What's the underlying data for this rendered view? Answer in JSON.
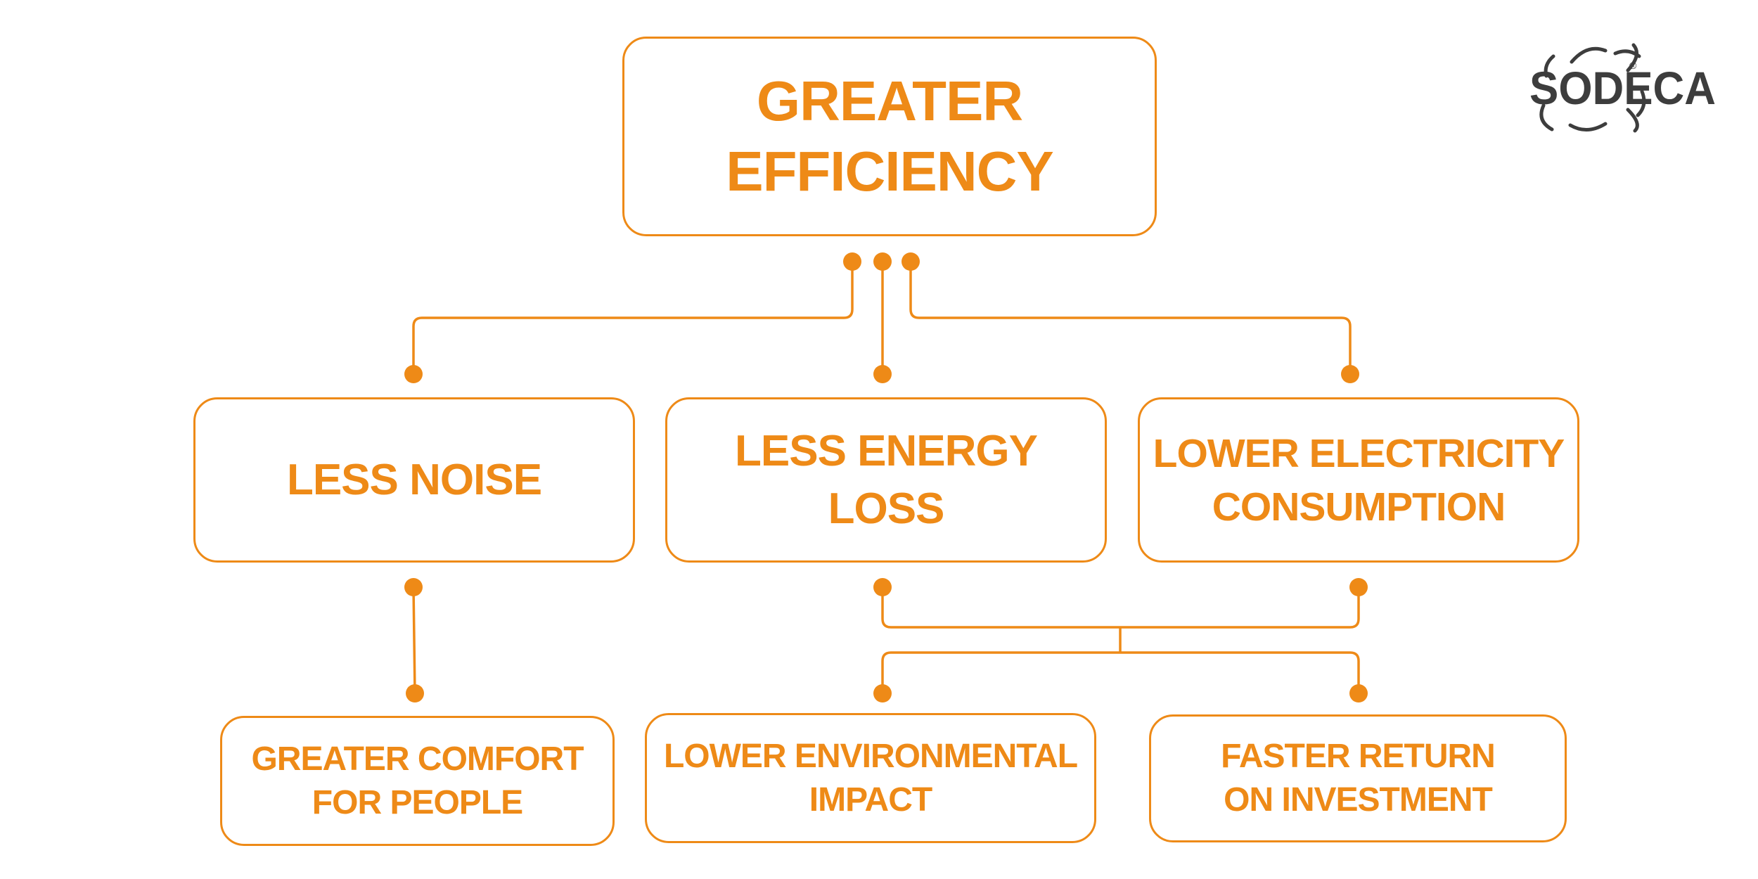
{
  "brand": {
    "name": "SODECA",
    "registered_mark": "®",
    "orange": "#ee8a17",
    "logo_gray": "#3d3d3d"
  },
  "diagram": {
    "root": "GREATER\nEFFICIENCY",
    "level1": {
      "noise": "LESS NOISE",
      "energy_loss": "LESS ENERGY\nLOSS",
      "electricity": "LOWER ELECTRICITY\nCONSUMPTION"
    },
    "level2": {
      "comfort": "GREATER COMFORT\nFOR PEOPLE",
      "environment": "LOWER ENVIRONMENTAL\nIMPACT",
      "investment": "FASTER RETURN\nON INVESTMENT"
    }
  }
}
